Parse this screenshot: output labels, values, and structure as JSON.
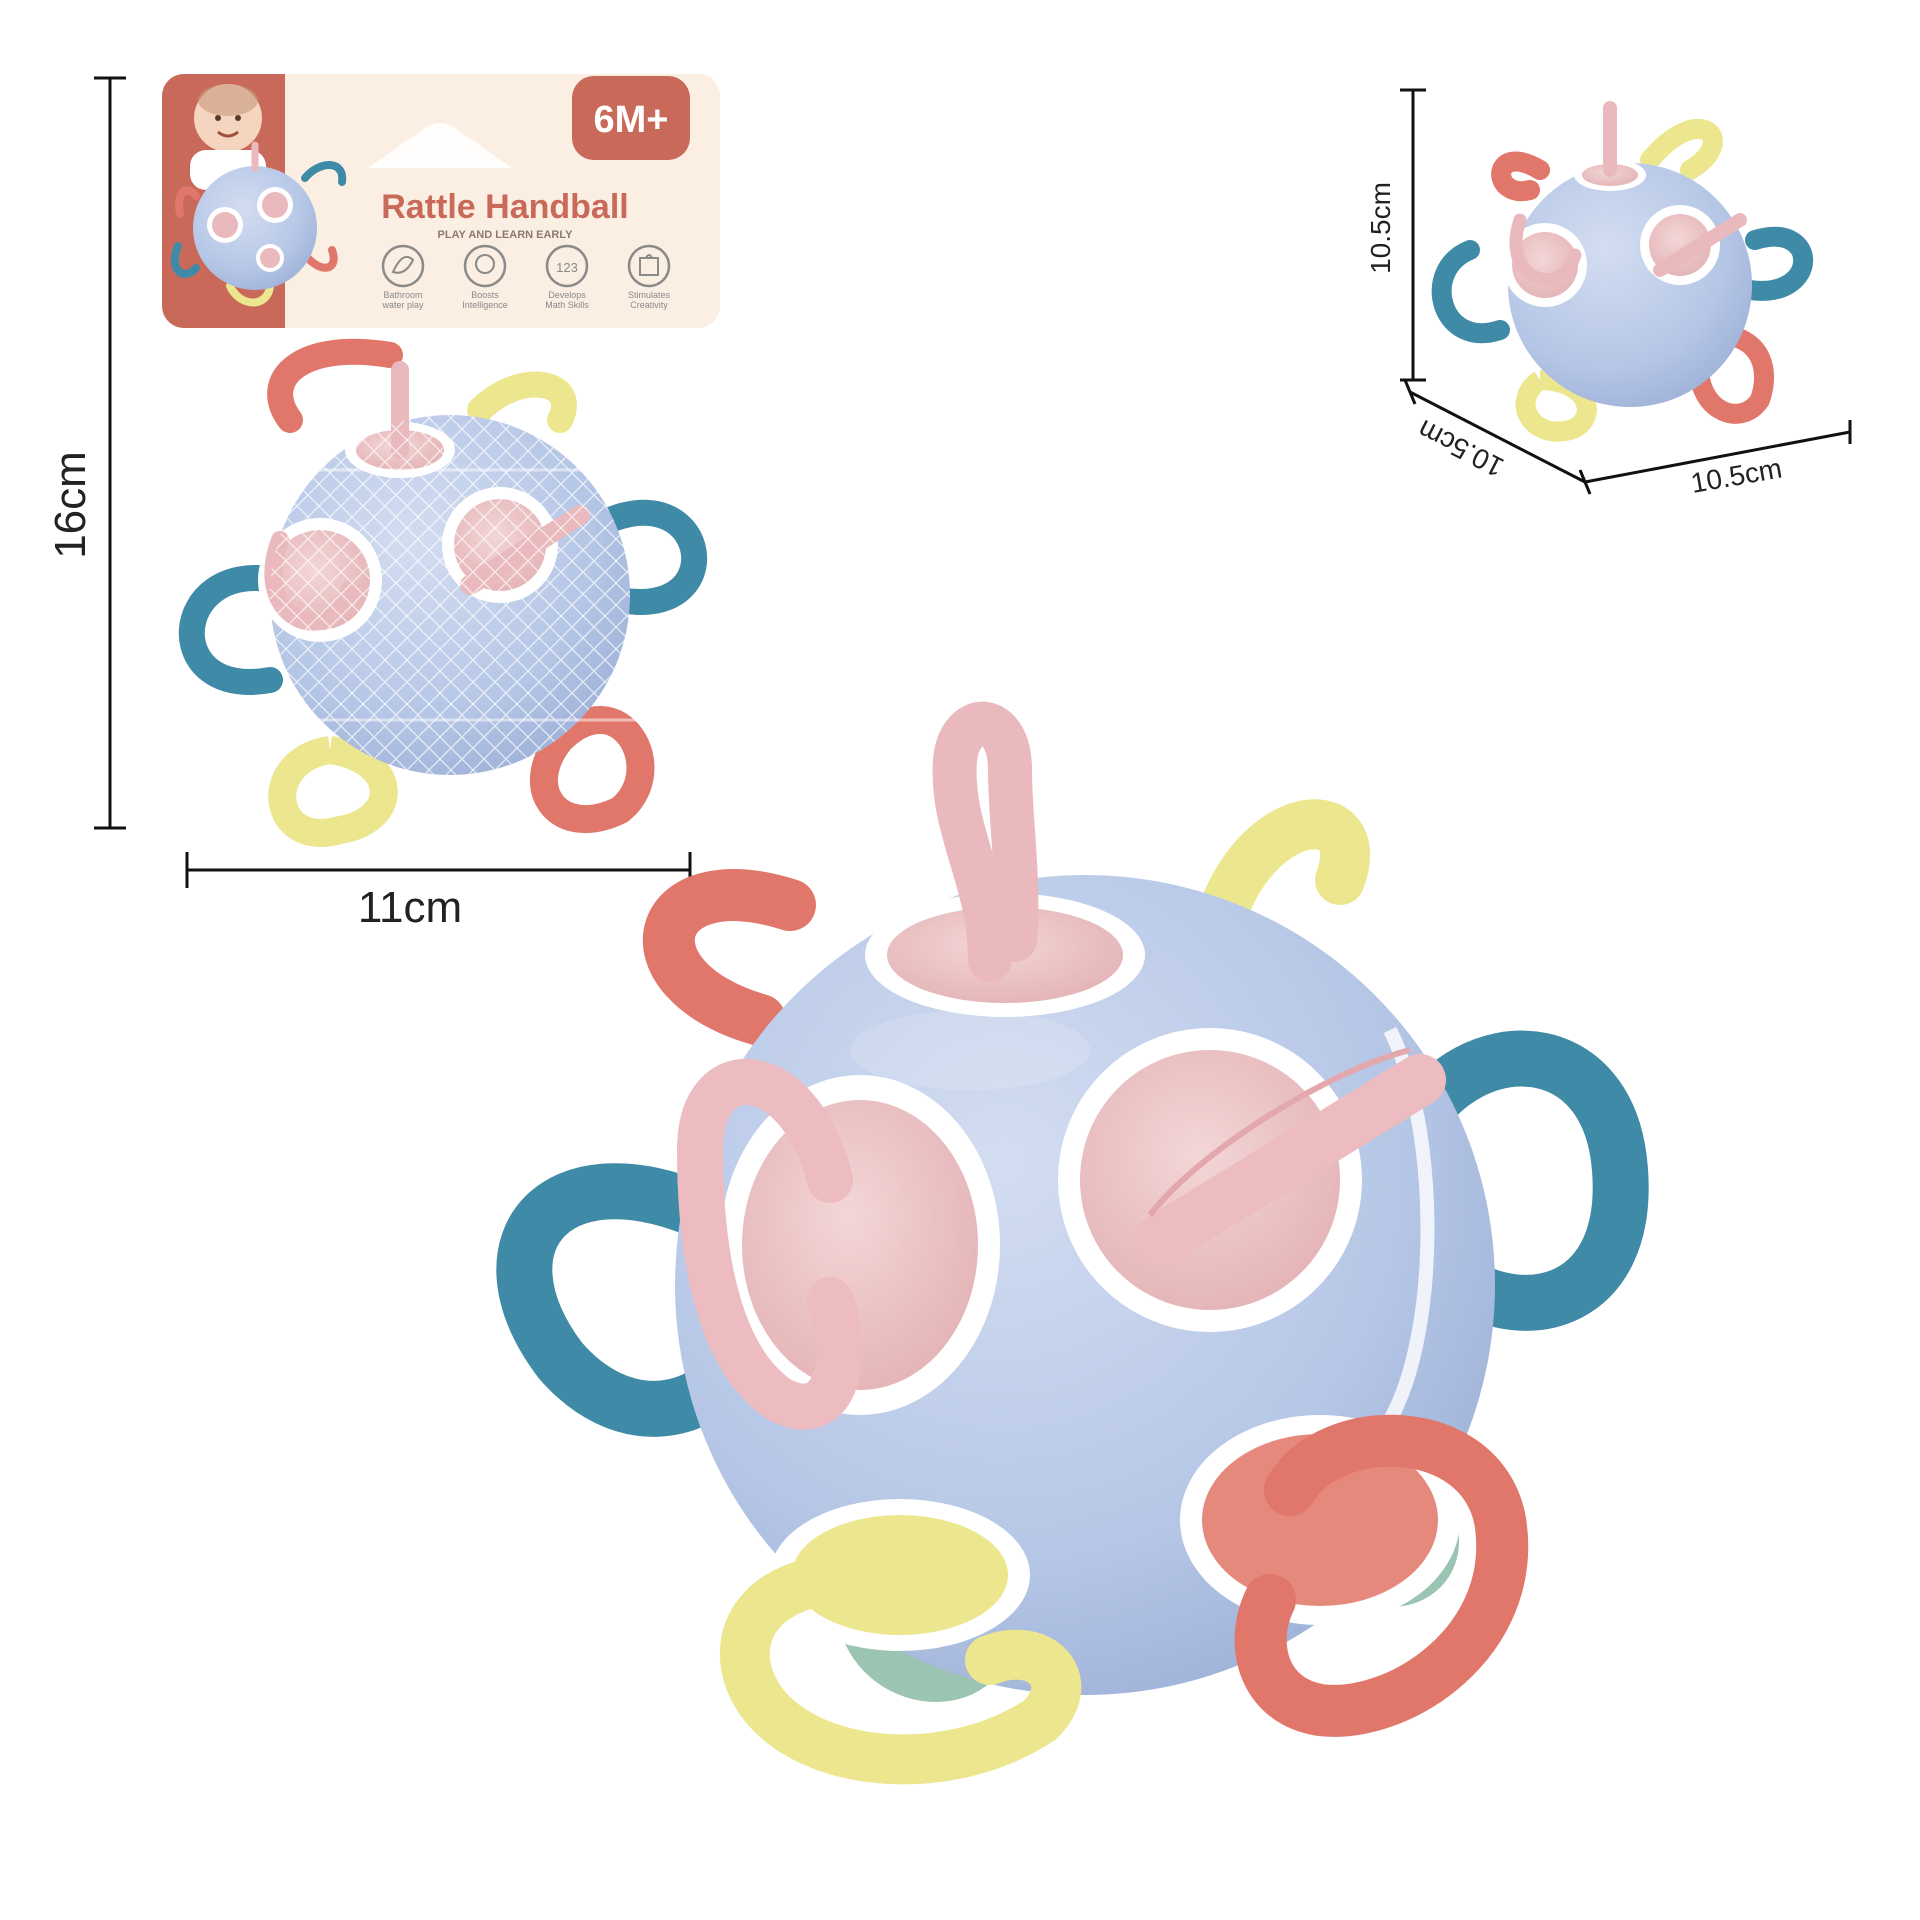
{
  "package": {
    "title": "Rattle Handball",
    "subtitle": "PLAY AND LEARN EARLY",
    "age_badge": "6M+",
    "features": [
      {
        "icon": "leaf-icon",
        "line1": "Bathroom",
        "line2": "water play"
      },
      {
        "icon": "brain-icon",
        "line1": "Boosts",
        "line2": "Intelligence"
      },
      {
        "icon": "numbers-icon",
        "line1": "Develops",
        "line2": "Math Skills"
      },
      {
        "icon": "puzzle-icon",
        "line1": "Stimulates",
        "line2": "Creativity"
      }
    ]
  },
  "dimensions": {
    "package_height": "16cm",
    "package_width": "11cm",
    "ball_height": "10.5cm",
    "ball_depth": "10.5cm",
    "ball_width": "10.5cm"
  },
  "colors": {
    "ball": "#b8c8e6",
    "pink": "#e9b9bd",
    "coral": "#e0776a",
    "teal": "#3f8aa6",
    "yellow": "#ece78e",
    "card_bg": "#fbeee2",
    "card_brand": "#c9695a"
  }
}
